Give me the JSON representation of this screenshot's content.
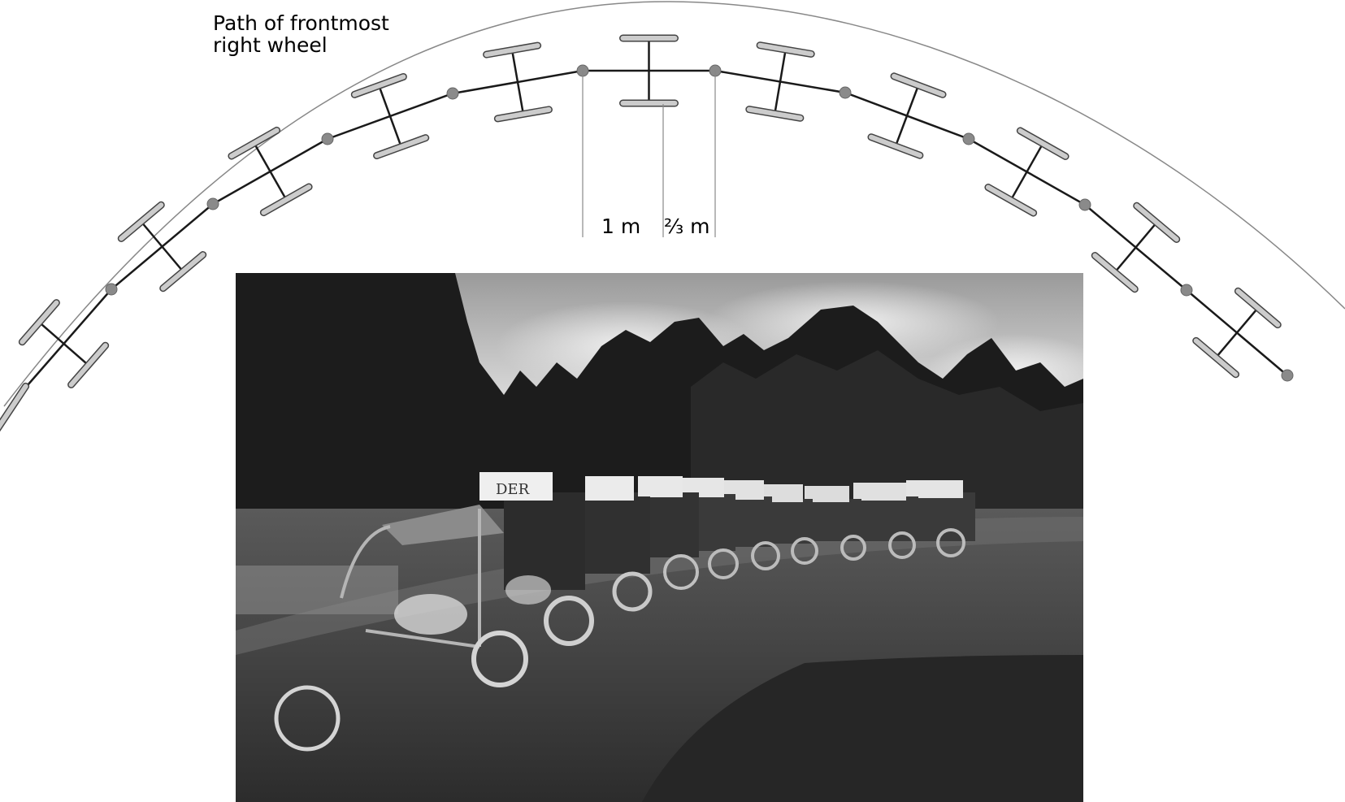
{
  "diagram": {
    "path_label_line1": "Path of frontmost",
    "path_label_line2": "right wheel",
    "dim_1m": "1 m",
    "dim_two_thirds_m": "⅔ m",
    "colors": {
      "path_arc": "#888888",
      "trailer_link": "#1a1a1a",
      "axle": "#1a1a1a",
      "wheel_fill": "#cccccc",
      "wheel_stroke": "#444444",
      "hitch_fill": "#8a8a8a",
      "dimension_line": "#888888"
    },
    "vehicle_count": 11
  },
  "photo": {
    "description_icon": "photo-of-bicycle-train",
    "canopy_signs": [
      "DER",
      "",
      "",
      "",
      "",
      "",
      "",
      "",
      "",
      ""
    ]
  }
}
